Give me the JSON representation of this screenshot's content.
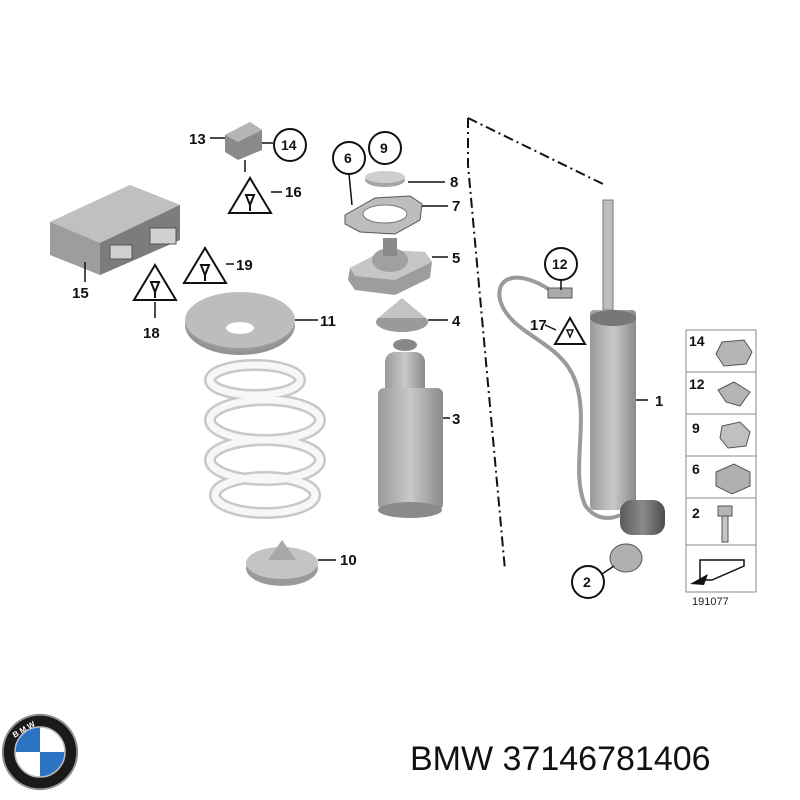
{
  "parts": {
    "p1": "1",
    "p2": "2",
    "p3": "3",
    "p4": "4",
    "p5": "5",
    "p6": "6",
    "p7": "7",
    "p8": "8",
    "p9": "9",
    "p10": "10",
    "p11": "11",
    "p12": "12",
    "p13": "13",
    "p14": "14",
    "p15": "15",
    "p16": "16",
    "p17": "17",
    "p18": "18",
    "p19": "19"
  },
  "legend": {
    "l14": "14",
    "l12": "12",
    "l9": "9",
    "l6": "6",
    "l2": "2"
  },
  "diagram_code": "191077",
  "brand": {
    "name": "BMW",
    "part_number": "37146781406"
  },
  "colors": {
    "part_grey": "#8c8c8c",
    "spring_white": "#f2f2f2",
    "ink": "#111111"
  }
}
